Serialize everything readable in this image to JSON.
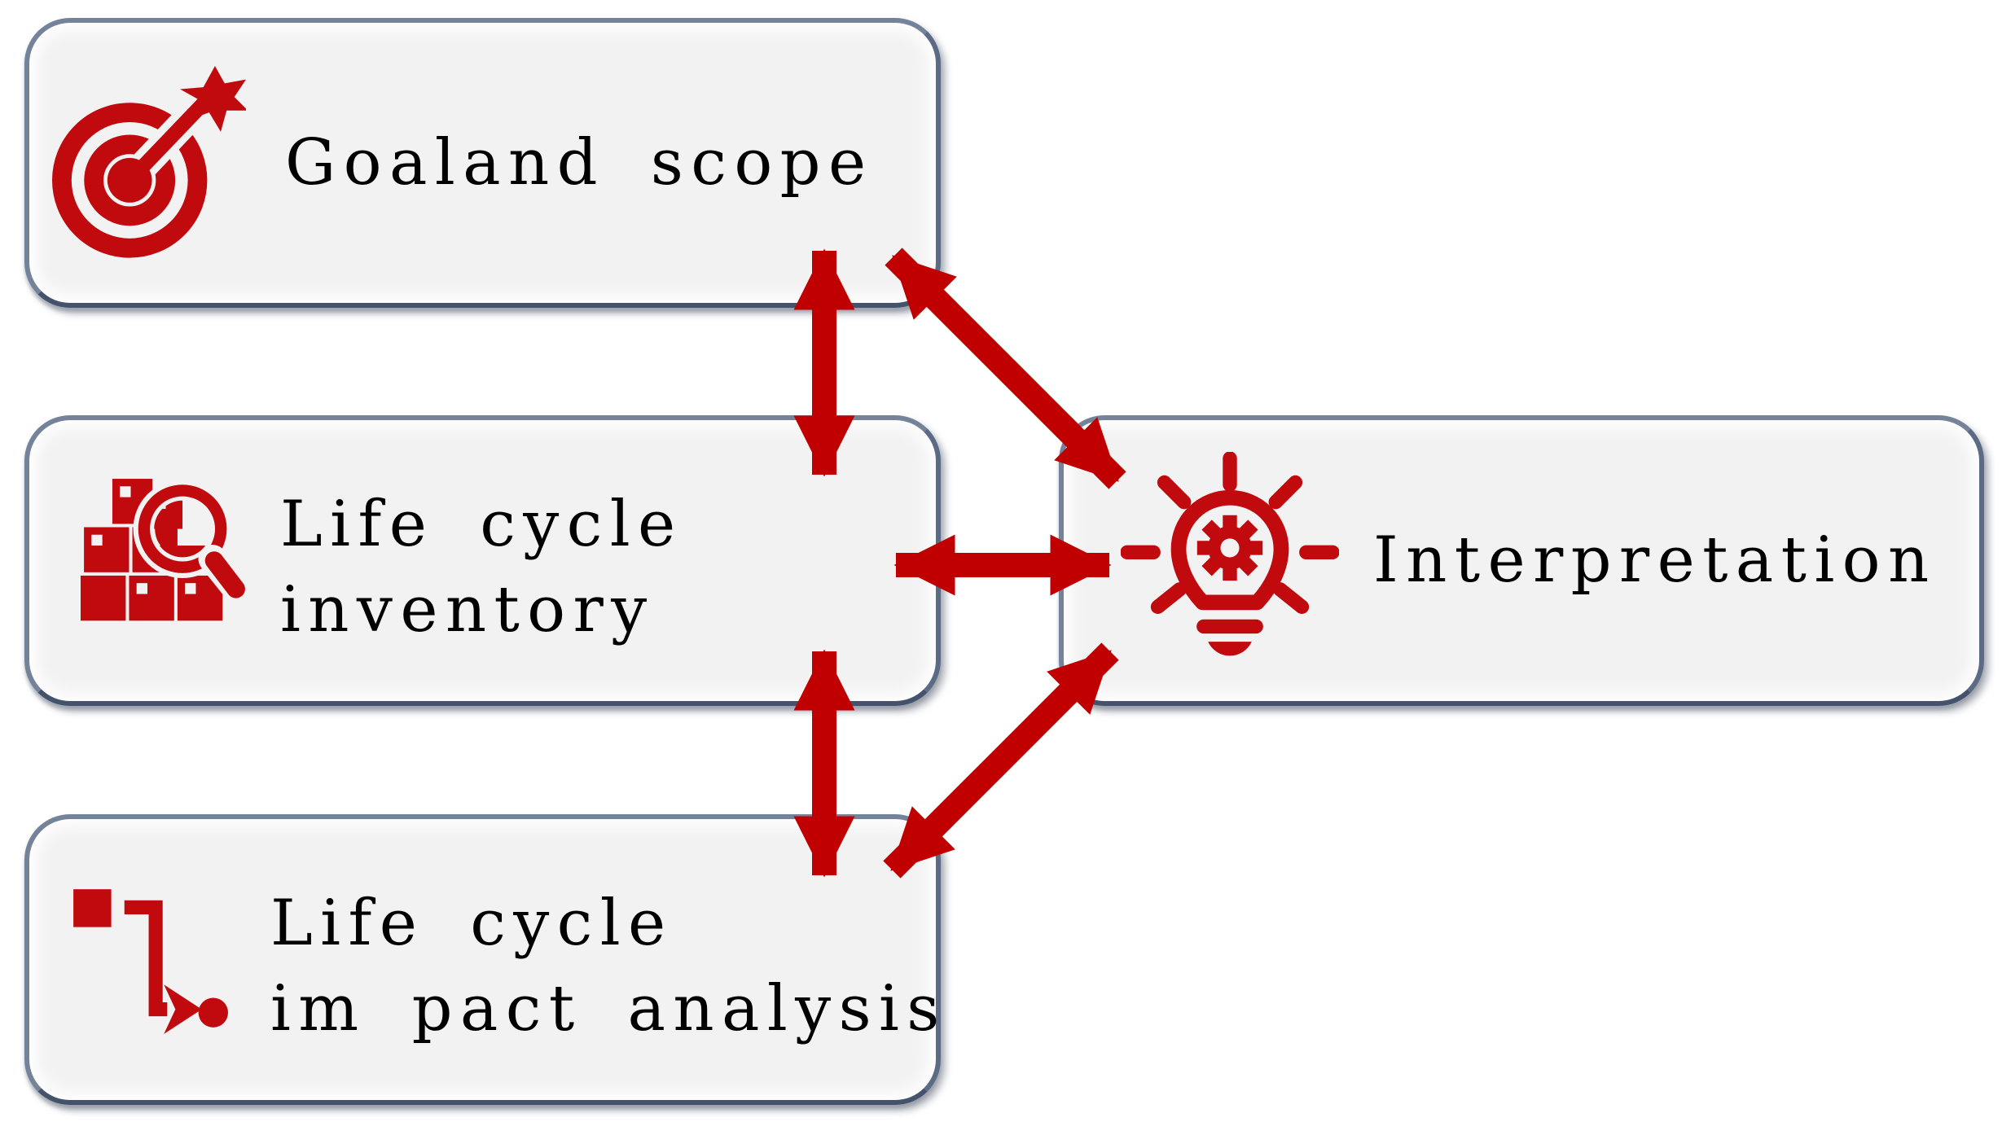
{
  "diagram": {
    "boxes": {
      "goal_scope": {
        "label": "Goaland scope",
        "icon": "target-arrow-icon"
      },
      "inventory": {
        "line1": "Life cycle",
        "line2": "inventory",
        "icon": "inventory-search-icon"
      },
      "impact": {
        "line1": "Life cycle",
        "line2": "im pact analysis",
        "icon": "process-flow-icon"
      },
      "interpretation": {
        "label": "Interpretation",
        "icon": "lightbulb-gear-icon"
      }
    },
    "connections": [
      {
        "from": "goal_scope",
        "to": "inventory",
        "style": "double-headed-arrow"
      },
      {
        "from": "inventory",
        "to": "impact",
        "style": "double-headed-arrow"
      },
      {
        "from": "goal_scope",
        "to": "interpretation",
        "style": "double-headed-arrow"
      },
      {
        "from": "inventory",
        "to": "interpretation",
        "style": "double-headed-arrow"
      },
      {
        "from": "impact",
        "to": "interpretation",
        "style": "double-headed-arrow"
      }
    ],
    "colors": {
      "accent_red": "#C00000",
      "icon_red": "#C00A0E",
      "box_fill": "#F2F2F3",
      "box_border": "#75839A",
      "box_border_dark": "#44536B",
      "text_color": "#000000",
      "bg": "#FFFFFF"
    }
  }
}
